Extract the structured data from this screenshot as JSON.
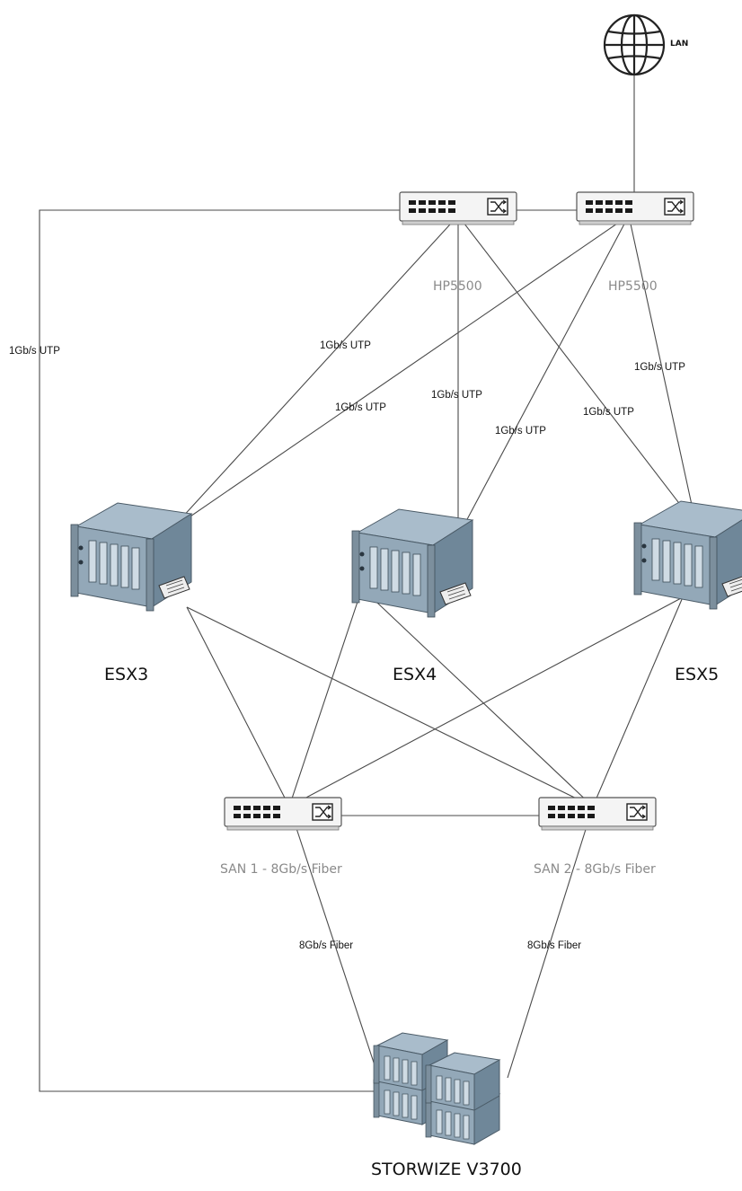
{
  "lan": {
    "label": "LAN",
    "icon": "globe-icon"
  },
  "switches": {
    "lan_left": {
      "label": "",
      "icon": "network-switch-icon"
    },
    "lan_right": {
      "label": "",
      "icon": "network-switch-icon"
    },
    "lan_left_name": "HP5500",
    "lan_right_name": "HP5500",
    "san1": {
      "label": "SAN 1 - 8Gb/s Fiber",
      "icon": "network-switch-icon"
    },
    "san2": {
      "label": "SAN 2 - 8Gb/s Fiber",
      "icon": "network-switch-icon"
    }
  },
  "servers": {
    "esx3": {
      "label": "ESX3",
      "icon": "server-icon"
    },
    "esx4": {
      "label": "ESX4",
      "icon": "server-icon"
    },
    "esx5": {
      "label": "ESX5",
      "icon": "server-icon"
    }
  },
  "storage": {
    "label": "STORWIZE V3700",
    "icon": "storage-array-icon"
  },
  "link_labels": {
    "mgmt_uplink": "1Gb/s UTP",
    "esx3_to_left_switch": "1Gb/s UTP",
    "esx3_to_right_switch": "1Gb/s UTP",
    "esx4_to_left_switch": "1Gb/s UTP",
    "esx4_to_right_switch": "1Gb/s UTP",
    "esx5_to_left_switch": "1Gb/s UTP",
    "esx5_to_right_switch": "1Gb/s UTP",
    "san1_to_storage": "8Gb/s Fiber",
    "san2_to_storage": "8Gb/s Fiber"
  },
  "colors": {
    "line": "#4a4a4a",
    "server_top": "#a9bccb",
    "server_side": "#6f8799",
    "server_front": "#93a8b8",
    "switch_body": "#f4f4f4",
    "switch_port": "#1a1a1a",
    "label_gray": "#8a8a8a"
  }
}
